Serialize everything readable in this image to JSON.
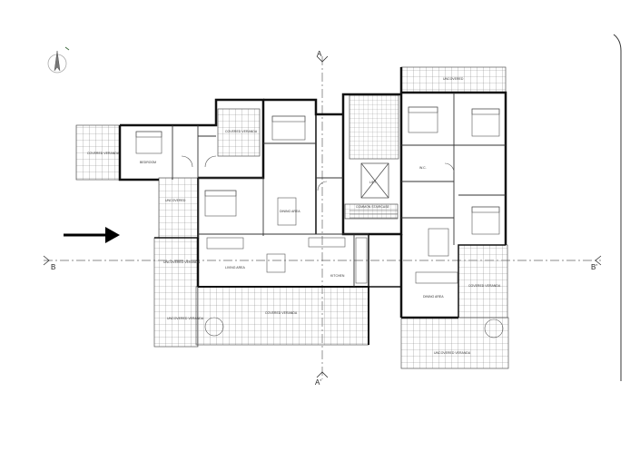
{
  "section_marks": {
    "a_top": "A",
    "a_bottom": "A'",
    "b_left": "B",
    "b_right": "B'"
  },
  "rooms": {
    "covered_veranda_left": "COVERED VERANDA",
    "covered_veranda_top": "COVERED VERANDA",
    "uncovered_left": "UNCOVERED",
    "uncovered_top_right": "UNCOVERED",
    "uncovered_bottom_right": "UNCOVERED VERANDA",
    "uncovered_veranda_sw": "UNCOVERED VERANDA",
    "uncovered_veranda_nw": "UNCOVERED VERANDA",
    "dining_area_left": "DINING AREA",
    "dining_area_right": "DINING AREA",
    "living_area": "LIVING AREA",
    "covered_veranda_bottom": "COVERED VERANDA",
    "covered_veranda_right": "COVERED VERANDA",
    "kitchen": "KITCHEN",
    "bedroom": "BEDROOM",
    "lift": "LIFT",
    "common_staircase": "COMMON STAIRCASE",
    "wc": "W.C."
  },
  "colors": {
    "wall": "#111111",
    "line": "#555555",
    "hatch": "#8a8a8a",
    "axis": "#666666",
    "north": "#3d6b3d"
  },
  "icons": {
    "north_arrow": "north-arrow-icon",
    "entrance_arrow": "entrance-arrow-icon"
  }
}
